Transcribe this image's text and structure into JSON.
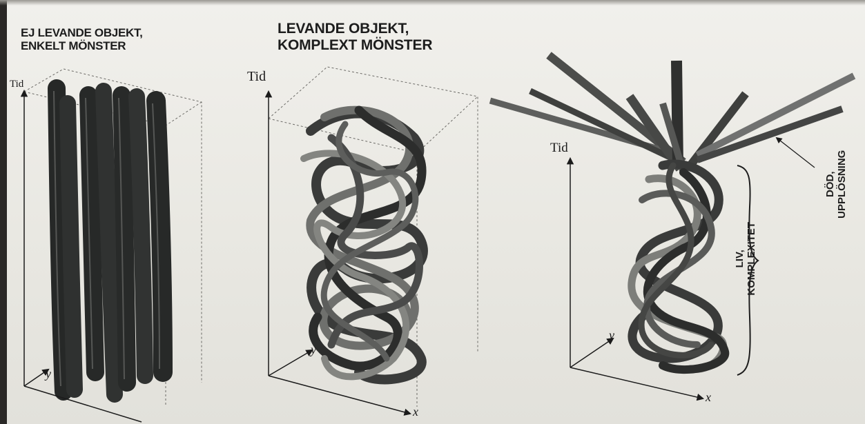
{
  "panels": {
    "left": {
      "heading_line1": "EJ LEVANDE OBJEKT,",
      "heading_line2": "ENKELT MÖNSTER",
      "axis_time": "Tid",
      "axis_y": "y"
    },
    "middle": {
      "heading_line1": "LEVANDE OBJEKT,",
      "heading_line2": "KOMPLEXT MÖNSTER",
      "axis_time": "Tid",
      "axis_y": "y",
      "axis_x": "x"
    },
    "right": {
      "axis_time": "Tid",
      "axis_y": "y",
      "axis_x": "x",
      "life_label_line1": "LIV,",
      "life_label_line2": "KOMPLEXITET",
      "death_label_line1": "DÖD,",
      "death_label_line2": "UPPLÖSNING"
    }
  },
  "colors": {
    "paper": "#ecebe6",
    "tube_dark": "#2e302f",
    "tube_mid": "#4a4a48",
    "tube_light": "#8b8b86",
    "ink": "#1d1d1d"
  }
}
